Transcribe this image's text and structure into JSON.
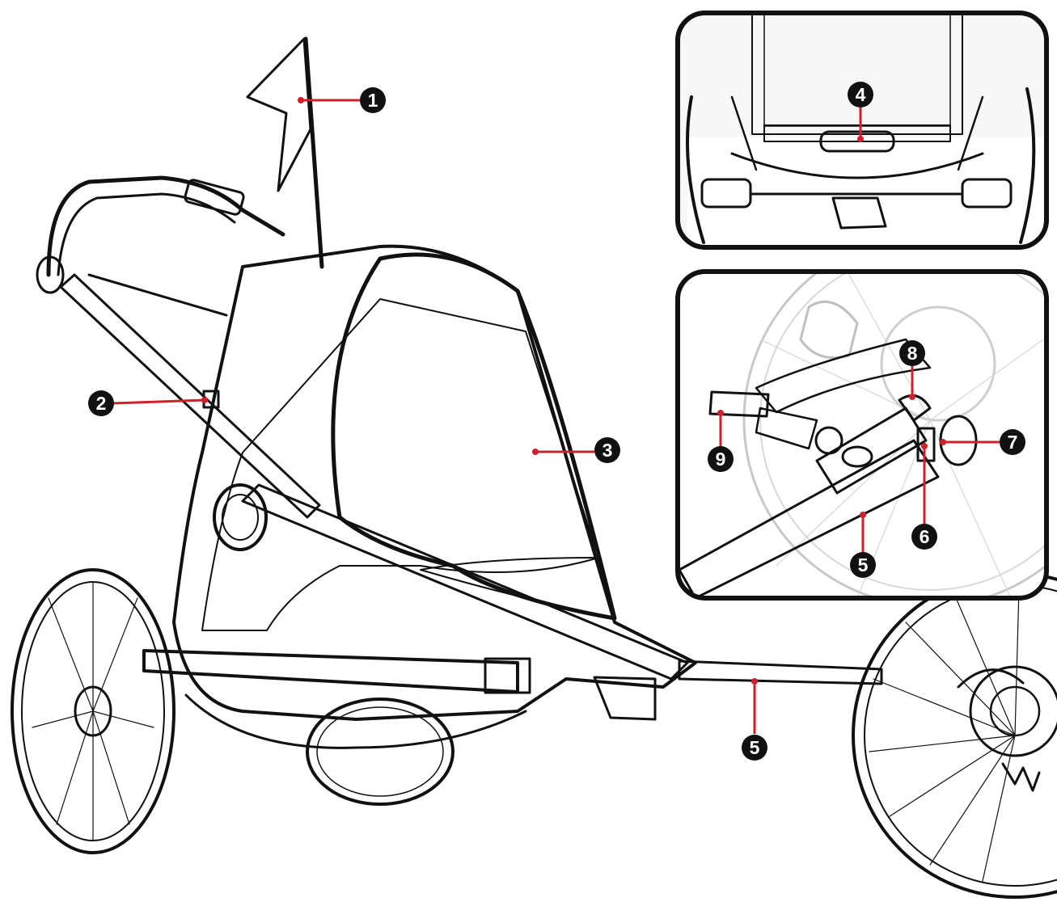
{
  "colors": {
    "ink": "#111111",
    "leader": "#d0202a",
    "mesh": "#9a9a9a",
    "canopy": "#f2f2f2",
    "inset_bg": "#ededed",
    "hitch_arm": "#b9b9b9"
  },
  "callouts": [
    {
      "id": "1",
      "label": "1"
    },
    {
      "id": "2",
      "label": "2"
    },
    {
      "id": "3",
      "label": "3"
    },
    {
      "id": "4",
      "label": "4"
    },
    {
      "id": "5",
      "label": "5"
    },
    {
      "id": "5b",
      "label": "5"
    },
    {
      "id": "6",
      "label": "6"
    },
    {
      "id": "7",
      "label": "7"
    },
    {
      "id": "8",
      "label": "8"
    },
    {
      "id": "9",
      "label": "9"
    }
  ]
}
